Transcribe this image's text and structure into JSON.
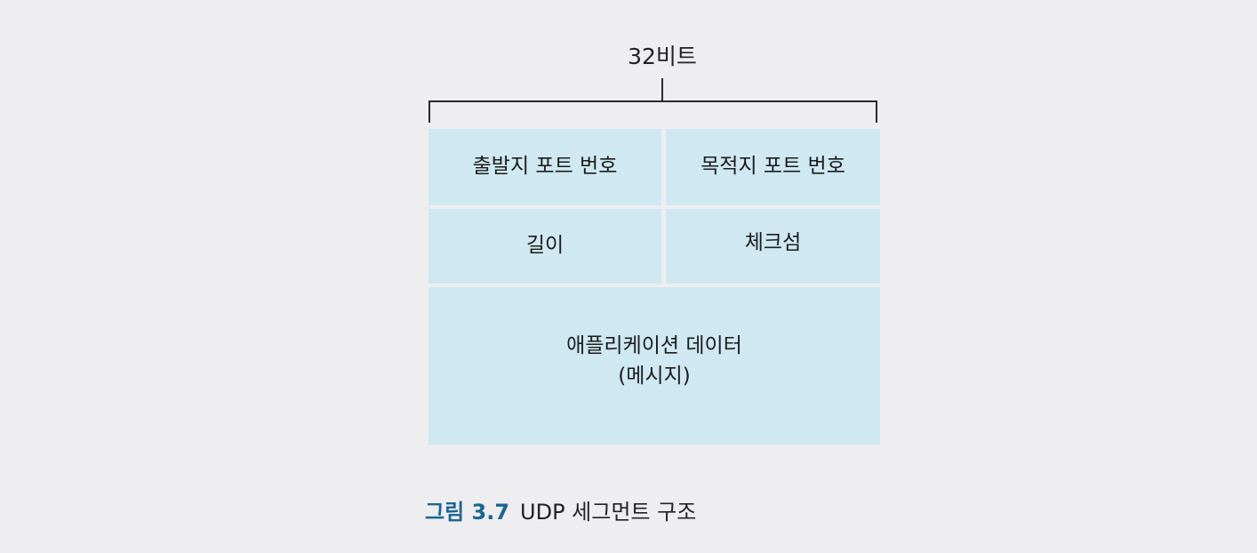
{
  "diagram": {
    "width_label": "32비트",
    "fields": {
      "source_port": "출발지 포트 번호",
      "dest_port": "목적지 포트 번호",
      "length": "길이",
      "checksum": "체크섬",
      "data_line1": "애플리케이션 데이터",
      "data_line2": "(메시지)"
    },
    "fill_color": "#cfe8f1"
  },
  "caption": {
    "number": "그림 3.7",
    "text": "UDP 세그먼트 구조",
    "number_color": "#1d6592"
  }
}
